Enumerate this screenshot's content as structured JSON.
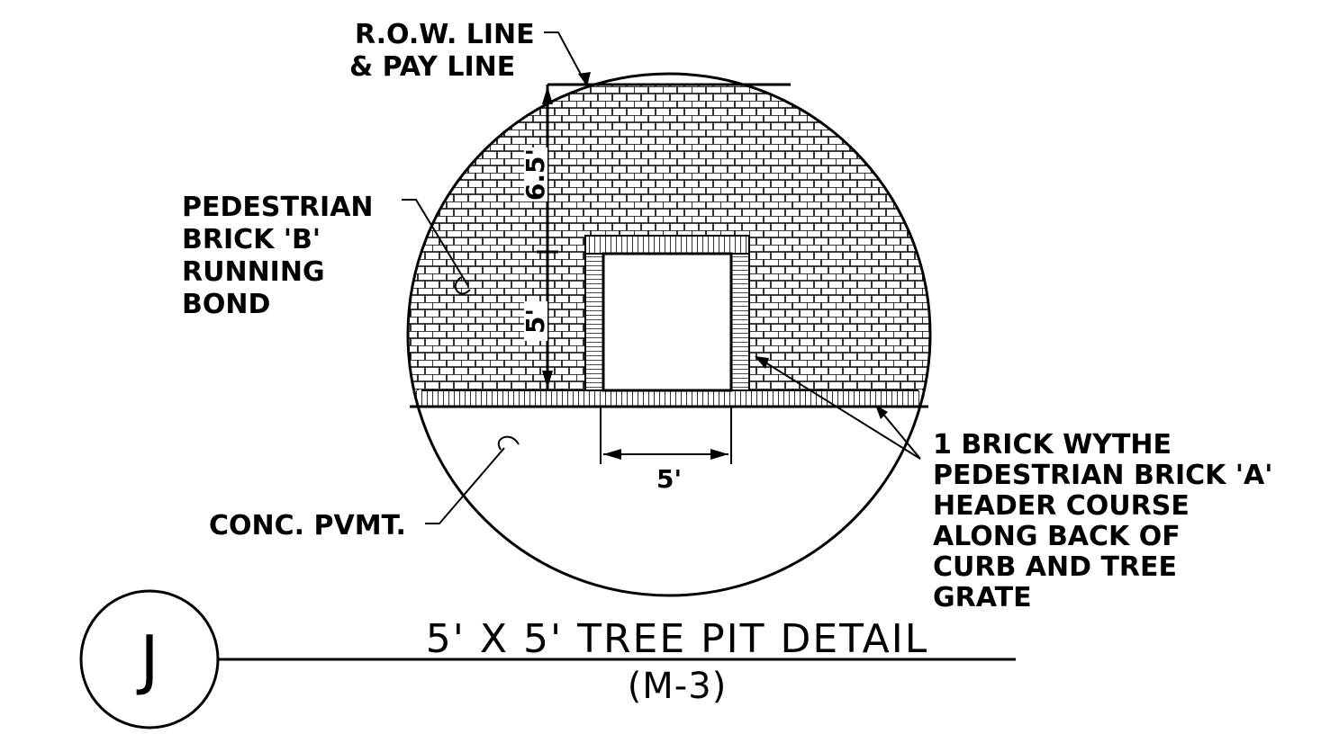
{
  "labels": {
    "row_line_1": "R.O.W. LINE",
    "row_line_2": "& PAY LINE",
    "ped_b_1": "PEDESTRIAN",
    "ped_b_2": "BRICK 'B'",
    "ped_b_3": "RUNNING",
    "ped_b_4": "BOND",
    "conc": "CONC. PVMT.",
    "wythe_1": "1 BRICK WYTHE",
    "wythe_2": "PEDESTRIAN BRICK 'A'",
    "wythe_3": "HEADER COURSE",
    "wythe_4": "ALONG BACK OF",
    "wythe_5": "CURB AND TREE",
    "wythe_6": "GRATE"
  },
  "dimensions": {
    "upper": "6.5'",
    "lower": "5'",
    "width": "5'"
  },
  "title": {
    "main": "5' X 5' TREE PIT DETAIL",
    "sub": "(M-3)",
    "detail_mark": "J"
  }
}
